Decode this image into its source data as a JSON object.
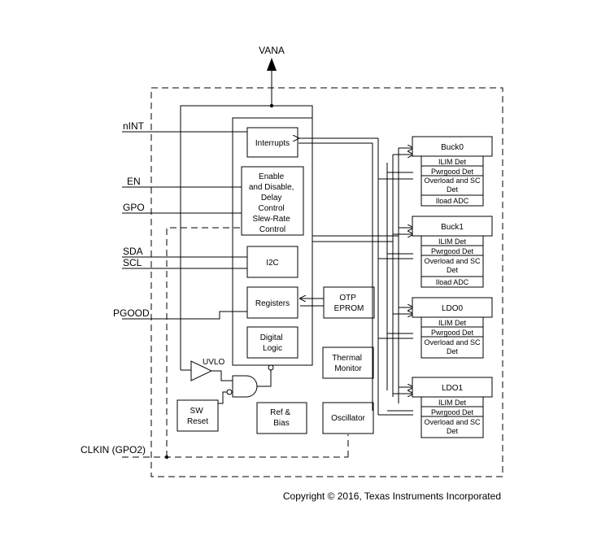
{
  "pins": {
    "vana": "VANA",
    "nint": "nINT",
    "en": "EN",
    "gpo": "GPO",
    "sda": "SDA",
    "scl": "SCL",
    "pgood": "PGOOD",
    "clkin": "CLKIN (GPO2)"
  },
  "blocks": {
    "interrupts": "Interrupts",
    "enable_lines": [
      "Enable",
      "and Disable,",
      "Delay",
      "Control",
      "Slew-Rate",
      "Control"
    ],
    "i2c": "I2C",
    "registers": "Registers",
    "otp_lines": [
      "OTP",
      "EPROM"
    ],
    "digital_logic_lines": [
      "Digital",
      "Logic"
    ],
    "thermal_lines": [
      "Thermal",
      "Monitor"
    ],
    "uvlo": "UVLO",
    "sw_reset_lines": [
      "SW",
      "Reset"
    ],
    "ref_bias_lines": [
      "Ref &",
      "Bias"
    ],
    "oscillator": "Oscillator"
  },
  "regulators": [
    {
      "name": "Buck0",
      "rows": [
        "ILIM Det",
        "Pwrgood Det",
        "Overload and SC Det",
        "Iload ADC"
      ]
    },
    {
      "name": "Buck1",
      "rows": [
        "ILIM Det",
        "Pwrgood Det",
        "Overload and SC Det",
        "Iload ADC"
      ]
    },
    {
      "name": "LDO0",
      "rows": [
        "ILIM Det",
        "Pwrgood Det",
        "Overload and SC Det"
      ]
    },
    {
      "name": "LDO1",
      "rows": [
        "ILIM Det",
        "Pwrgood Det",
        "Overload and SC Det"
      ]
    }
  ],
  "copyright": "Copyright © 2016, Texas Instruments Incorporated"
}
